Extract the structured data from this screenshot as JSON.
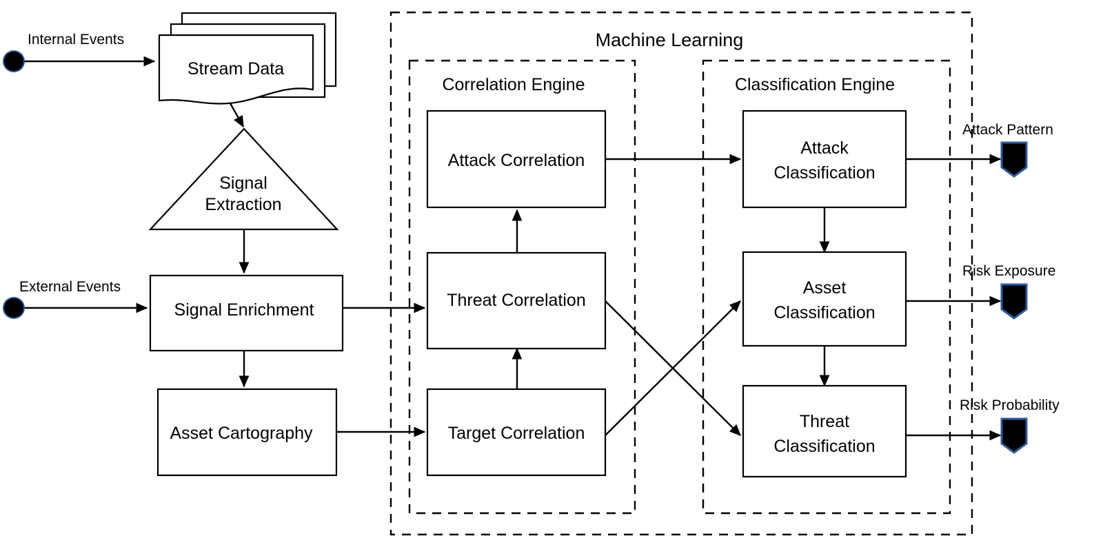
{
  "diagram": {
    "title": "Machine Learning",
    "groups": [
      {
        "id": "machine-learning",
        "label": "Machine Learning"
      },
      {
        "id": "correlation-engine",
        "label": "Correlation Engine"
      },
      {
        "id": "classification-engine",
        "label": "Classification Engine"
      }
    ],
    "inputs": [
      {
        "id": "internal-events",
        "label": "Internal Events"
      },
      {
        "id": "external-events",
        "label": "External Events"
      }
    ],
    "outputs": [
      {
        "id": "attack-pattern",
        "label": "Attack Pattern"
      },
      {
        "id": "risk-exposure",
        "label": "Risk Exposure"
      },
      {
        "id": "risk-probability",
        "label": "Risk Probability"
      }
    ],
    "nodes": {
      "stream_data": "Stream Data",
      "signal_extraction_line1": "Signal",
      "signal_extraction_line2": "Extraction",
      "signal_enrichment": "Signal Enrichment",
      "asset_cartography": "Asset Cartography",
      "attack_correlation": "Attack Correlation",
      "threat_correlation": "Threat Correlation",
      "target_correlation": "Target Correlation",
      "attack_classification_line1": "Attack",
      "attack_classification_line2": "Classification",
      "asset_classification_line1": "Asset",
      "asset_classification_line2": "Classification",
      "threat_classification_line1": "Threat",
      "threat_classification_line2": "Classification"
    },
    "colors": {
      "stroke": "#000000",
      "background": "#ffffff",
      "node_accent": "#2e5b9a"
    }
  }
}
